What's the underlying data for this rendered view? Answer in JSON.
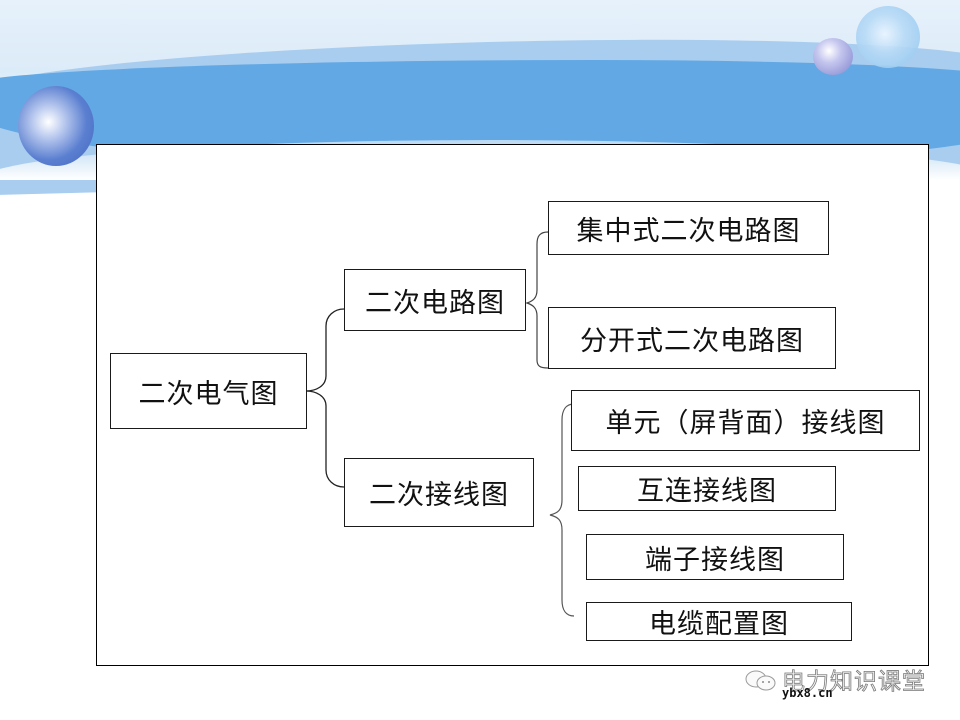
{
  "slide": {
    "background_colors": {
      "band": "#62a8e4",
      "band_light": "#a9cdef",
      "sphere": "#4166bf"
    }
  },
  "diagram": {
    "root": {
      "label": "二次电气图"
    },
    "branches": [
      {
        "label": "二次电路图",
        "children": [
          {
            "label": "集中式二次电路图"
          },
          {
            "label": "分开式二次电路图"
          }
        ]
      },
      {
        "label": "二次接线图",
        "children": [
          {
            "label": "单元（屏背面）接线图"
          },
          {
            "label": "互连接线图"
          },
          {
            "label": "端子接线图"
          },
          {
            "label": "电缆配置图"
          }
        ]
      }
    ]
  },
  "watermark": {
    "icon": "wechat-icon",
    "text": "电力知识课堂",
    "url": "ybx8.cn"
  }
}
